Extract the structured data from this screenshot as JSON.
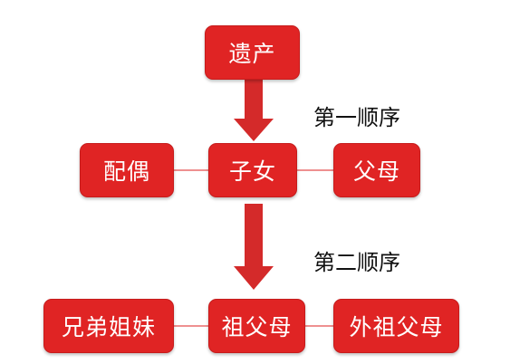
{
  "nodes": {
    "estate": "遗产",
    "spouse": "配偶",
    "children": "子女",
    "parents": "父母",
    "siblings": "兄弟姐妹",
    "grandparents": "祖父母",
    "maternal_grandparents": "外祖父母"
  },
  "labels": {
    "first_order": "第一顺序",
    "second_order": "第二顺序"
  },
  "colors": {
    "box_fill": "#e02424",
    "box_text": "#ffffff",
    "connector": "#e86b6b",
    "arrow": "#d42a2a"
  }
}
